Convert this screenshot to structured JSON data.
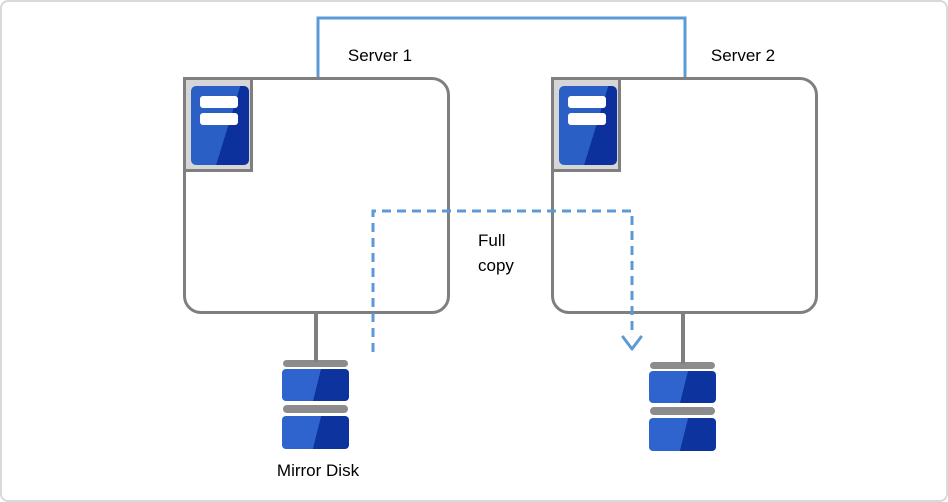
{
  "diagram": {
    "server1": {
      "label": "Server 1"
    },
    "server2": {
      "label": "Server 2"
    },
    "mirror_disk": {
      "label": "Mirror Disk"
    },
    "full_copy_annotation": {
      "label": "Full\ncopy"
    },
    "connections": [
      {
        "name": "server-link",
        "style": "solid",
        "from": "Server 1",
        "to": "Server 2"
      },
      {
        "name": "full-copy-flow",
        "style": "dashed-arrow",
        "from": "Mirror Disk",
        "to": "Server 2 disk"
      }
    ],
    "colors": {
      "accent_blue": "#5B9BD5",
      "outline_gray": "#7F7F7F",
      "icon_frame_fill": "#D6D6D6",
      "icon_blue_light": "#2A5FC6",
      "icon_blue_dark": "#0C309C",
      "disk_blue_light": "#2F63CD",
      "disk_blue_dark": "#0D339F",
      "disk_bar_gray": "#8C8C8C"
    }
  }
}
